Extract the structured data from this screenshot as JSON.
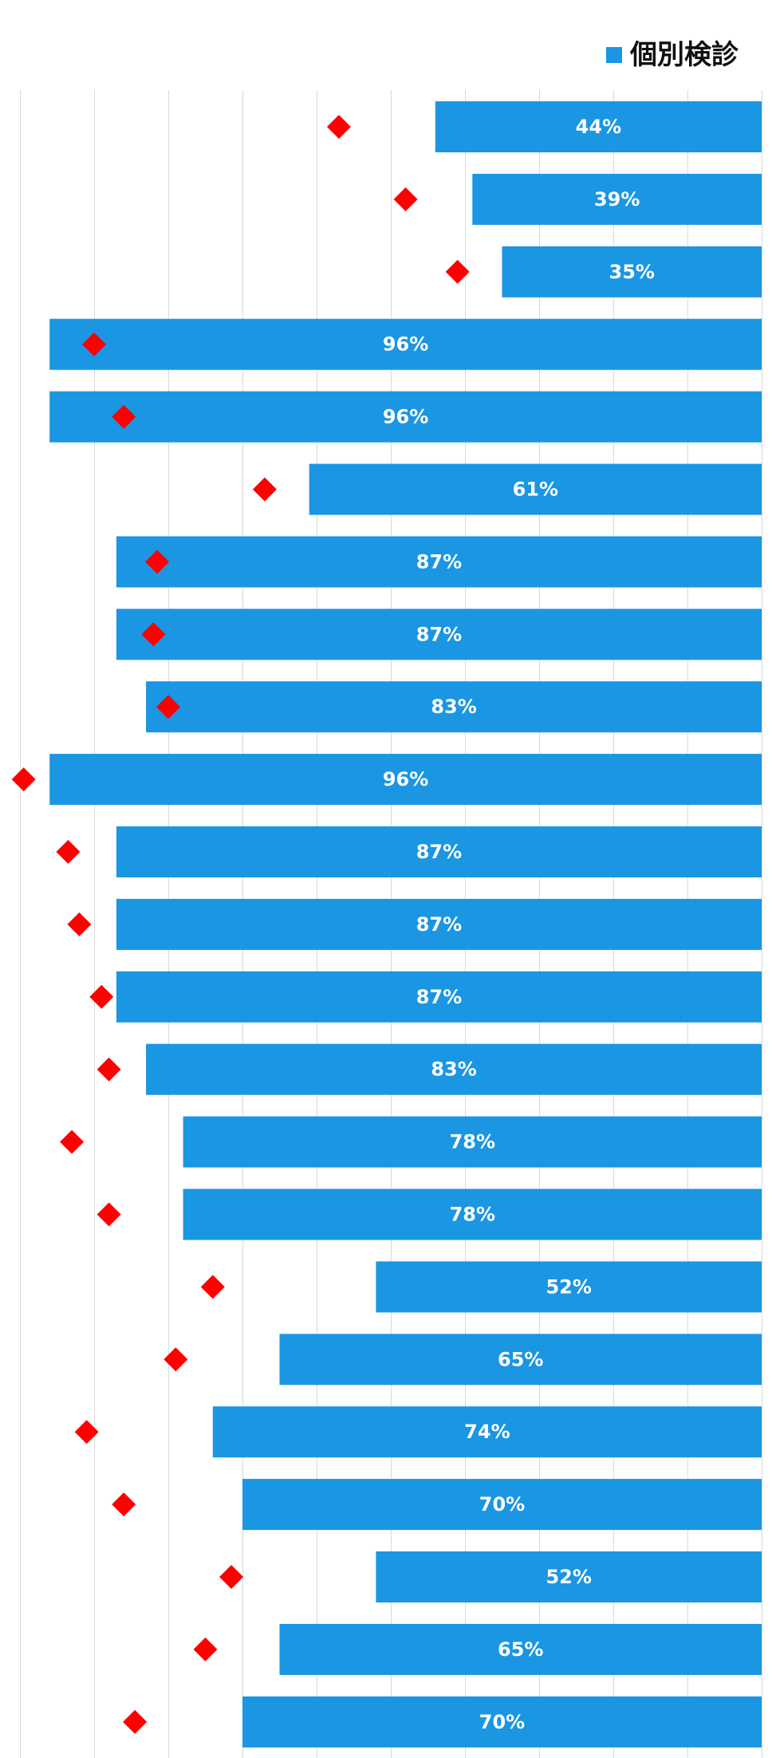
{
  "chart_data": {
    "type": "bar",
    "orientation": "horizontal",
    "xlim": [
      100,
      0
    ],
    "grid": true,
    "legend_position": "top-right",
    "series": [
      {
        "name": "個別検診",
        "kind": "bar",
        "color": "#1A96E3",
        "values": [
          44,
          39,
          35,
          96,
          96,
          61,
          87,
          87,
          83,
          96,
          87,
          87,
          87,
          83,
          78,
          78,
          52,
          65,
          74,
          70,
          52,
          65,
          70
        ],
        "labels": [
          "44%",
          "39%",
          "35%",
          "96%",
          "96%",
          "61%",
          "87%",
          "87%",
          "83%",
          "96%",
          "87%",
          "87%",
          "87%",
          "83%",
          "78%",
          "78%",
          "52%",
          "65%",
          "74%",
          "70%",
          "52%",
          "65%",
          "70%"
        ]
      },
      {
        "kind": "marker",
        "marker": "diamond",
        "color": "#FF0000",
        "values": [
          57,
          48,
          41,
          90,
          86,
          67,
          81.5,
          82,
          80,
          99.5,
          93.5,
          92,
          89,
          88,
          93,
          88,
          74,
          79,
          91,
          86,
          71.5,
          75,
          84.5
        ]
      }
    ]
  }
}
